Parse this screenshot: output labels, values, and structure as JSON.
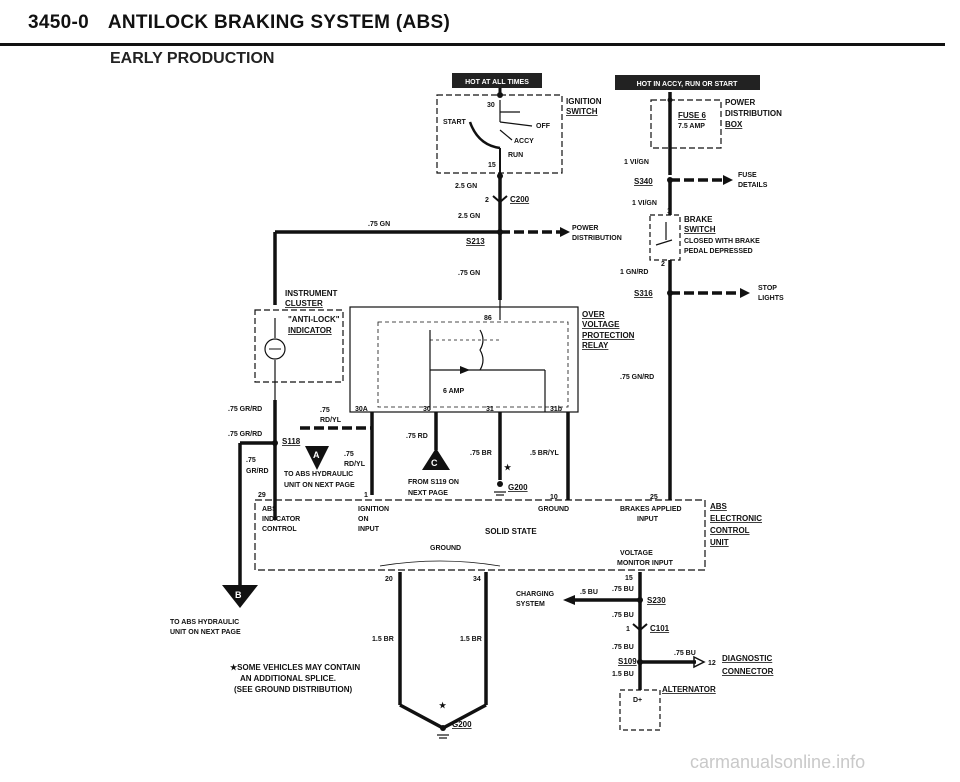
{
  "header": {
    "section": "3450-0",
    "title": "ANTILOCK BRAKING SYSTEM (ABS)",
    "subtitle": "EARLY PRODUCTION"
  },
  "banners": {
    "hot_always": "HOT AT ALL TIMES",
    "hot_accy": "HOT IN ACCY, RUN OR START"
  },
  "ignition": {
    "title1": "IGNITION",
    "title2": "SWITCH",
    "t30": "30",
    "start": "START",
    "off": "OFF",
    "accy": "ACCY",
    "run": "RUN",
    "t15": "15"
  },
  "wires": {
    "w1": "2.5 GN",
    "w2": "2.5 GN",
    "w3": ".75 GN",
    "w4": ".75 GN",
    "w5": "1 VI/GN",
    "w6": "1 VI/GN",
    "w7": "1 GN/RD",
    "w8": ".75 GN/RD",
    "w9": ".75 GR/RD",
    "w10": ".75 GR/RD",
    "w11": ".75",
    "w11b": "RD/YL",
    "w12": ".75 RD",
    "w13": ".75 BR",
    "w14": ".5 BR/YL",
    "w15": ".75",
    "w15b": "RD/YL",
    "w16": ".75",
    "w16b": "GR/RD",
    "w17": "1.5 BR",
    "w18": "1.5 BR",
    "w19": ".5 BU",
    "w20": ".75 BU",
    "w21": ".75 BU",
    "w22": ".75 BU",
    "w23": ".75 BU",
    "w24": "1.5 BU"
  },
  "connectors": {
    "c200": "C200",
    "c200_pin": "2",
    "c101": "C101",
    "c101_pin": "1",
    "s213": "S213",
    "s340": "S340",
    "s316": "S316",
    "s118": "S118",
    "s230": "S230",
    "s109": "S109",
    "g200a": "G200",
    "g200b": "G200"
  },
  "components": {
    "power_dist1": "POWER",
    "power_dist2": "DISTRIBUTION",
    "pd_box1": "POWER",
    "pd_box2": "DISTRIBUTION",
    "pd_box3": "BOX",
    "fuse": "FUSE 6",
    "fuse_amp": "7.5 AMP",
    "fuse_details1": "FUSE",
    "fuse_details2": "DETAILS",
    "brake1": "BRAKE",
    "brake2": "SWITCH",
    "brake3": "CLOSED WITH BRAKE",
    "brake4": "PEDAL DEPRESSED",
    "brake_pin1": "1",
    "brake_pin2": "2",
    "stop1": "STOP",
    "stop2": "LIGHTS",
    "inst1": "INSTRUMENT",
    "inst2": "CLUSTER",
    "anti1": "\"ANTI-LOCK\"",
    "anti2": "INDICATOR",
    "ovp1": "OVER",
    "ovp2": "VOLTAGE",
    "ovp3": "PROTECTION",
    "ovp4": "RELAY",
    "relay_86": "86",
    "relay_30a": "30A",
    "relay_30": "30",
    "relay_31": "31",
    "relay_31b": "31b",
    "relay_fuse": "6 AMP",
    "abs1": "ABS",
    "abs2": "ELECTRONIC",
    "abs3": "CONTROL",
    "abs4": "UNIT",
    "ecu_abs_ind1": "ABS",
    "ecu_abs_ind2": "INDICATOR",
    "ecu_abs_ind3": "CONTROL",
    "ecu_ign1": "IGNITION",
    "ecu_ign2": "ON",
    "ecu_ign3": "INPUT",
    "ecu_ground": "GROUND",
    "ecu_brakes1": "BRAKES APPLIED",
    "ecu_brakes2": "INPUT",
    "ecu_solid": "SOLID STATE",
    "ecu_ground2": "GROUND",
    "ecu_volt1": "VOLTAGE",
    "ecu_volt2": "MONITOR INPUT",
    "pin29": "29",
    "pin1": "1",
    "pin10": "10",
    "pin25": "25",
    "pin20": "20",
    "pin34": "34",
    "pin15": "15",
    "charging1": "CHARGING",
    "charging2": "SYSTEM",
    "diag1": "DIAGNOSTIC",
    "diag2": "CONNECTOR",
    "diag_pin": "12",
    "alt": "ALTERNATOR",
    "alt_pin": "D+",
    "ref_a": "A",
    "ref_b": "B",
    "ref_c": "C",
    "to_abs1": "TO ABS HYDRAULIC",
    "to_abs2": "UNIT ON NEXT PAGE",
    "to_abs3": "TO ABS HYDRAULIC",
    "to_abs4": "UNIT ON NEXT PAGE",
    "from_s119_1": "FROM S119 ON",
    "from_s119_2": "NEXT PAGE",
    "star": "★"
  },
  "notes": {
    "n1": "★SOME VEHICLES MAY CONTAIN",
    "n2": "AN ADDITIONAL SPLICE.",
    "n3": "(SEE GROUND DISTRIBUTION)"
  },
  "watermark": "carmanualsonline.info"
}
